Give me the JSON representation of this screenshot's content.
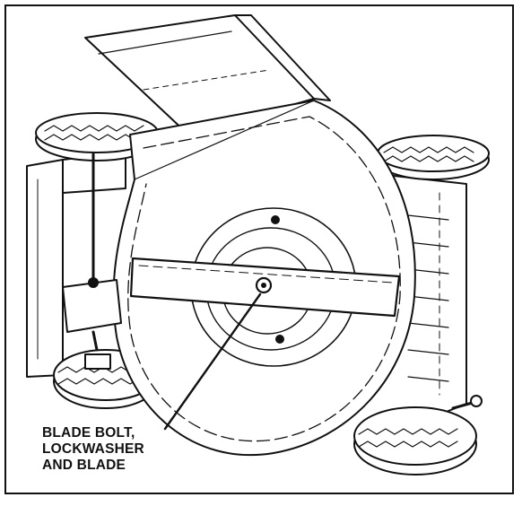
{
  "callout": {
    "line1": "BLADE BOLT,",
    "line2": "LOCKWASHER",
    "line3": "AND BLADE"
  },
  "colors": {
    "ink": "#111111",
    "paper": "#ffffff"
  }
}
